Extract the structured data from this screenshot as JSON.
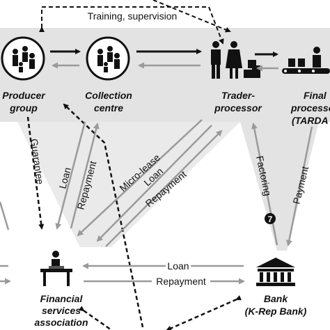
{
  "nodes": {
    "producer_group": {
      "line1": "Producer",
      "line2": "group"
    },
    "collection_centre": {
      "line1": "Collection",
      "line2": "centre"
    },
    "trader_processor": {
      "line1": "Trader-",
      "line2": "processor"
    },
    "final_processor": {
      "line1": "Final",
      "line2": "processor",
      "line3": "(TARDA"
    },
    "financial_services": {
      "line1": "Financial",
      "line2": "services",
      "line3": "association"
    },
    "bank": {
      "line1": "Bank",
      "line2": "(K-Rep Bank)"
    }
  },
  "edge_labels": {
    "training_supervision": "Training, supervision",
    "guarantee": "Guarantee",
    "loan_cc": "Loan",
    "repayment_cc": "Repayment",
    "micro_lease": "Micro-lease",
    "loan_tp": "Loan",
    "repayment_tp": "Repayment",
    "factoring": "Factoring",
    "factoring_badge": "7",
    "payment": "Payment",
    "loan_bank": "Loan",
    "repayment_bank": "Repayment"
  },
  "colors": {
    "shade": "#e3e3e3",
    "gray_arrow": "#9a9a9a",
    "black": "#111111"
  }
}
